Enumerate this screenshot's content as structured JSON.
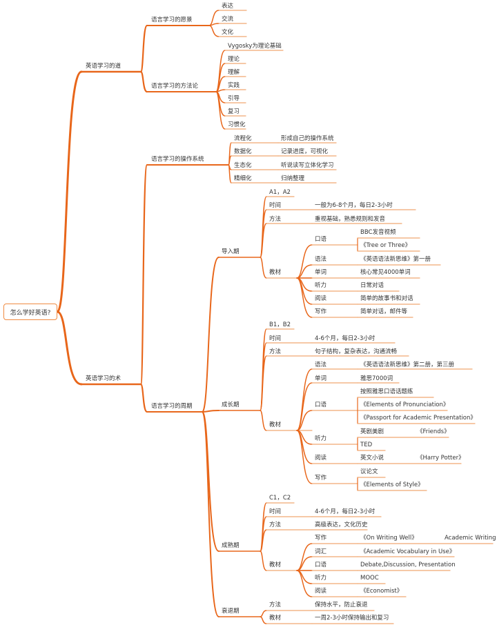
{
  "colors": {
    "branch": "#e8661a",
    "leaf": "#f0a670",
    "text": "#333333"
  },
  "root": "怎么学好英语?",
  "b1": {
    "label": "英语学习的道",
    "s1": {
      "label": "语言学习的愿景",
      "items": [
        "表达",
        "交流",
        "文化"
      ]
    },
    "s2": {
      "label": "语言学习的方法论",
      "items": [
        "Vygosky为理论基础",
        "理论",
        "理解",
        "实践",
        "引导",
        "复习",
        "习惯化"
      ]
    }
  },
  "b2": {
    "label": "英语学习的术",
    "s1": {
      "label": "语言学习的操作系统",
      "rows": [
        {
          "k": "流程化",
          "v": "形成自己的操作系统"
        },
        {
          "k": "数据化",
          "v": "记录进度，可视化"
        },
        {
          "k": "生态化",
          "v": "听说读写立体化学习"
        },
        {
          "k": "精细化",
          "v": "归纳整理"
        }
      ]
    },
    "s2": {
      "label": "语言学习的周期",
      "p1": {
        "label": "导入期",
        "level": "A1，A2",
        "time": {
          "k": "时间",
          "v": "一般为6-8个月，每日2-3小时"
        },
        "method": {
          "k": "方法",
          "v": "重视基础，熟悉规则和发音"
        },
        "mat": "教材",
        "oral": {
          "k": "口语",
          "v1": "BBC发音视频",
          "v2": "《Tree or Three》"
        },
        "grammar": {
          "k": "语法",
          "v": "《英语语法新思维》第一册"
        },
        "vocab": {
          "k": "单词",
          "v": "核心常见4000单词"
        },
        "listen": {
          "k": "听力",
          "v": "日常对话"
        },
        "read": {
          "k": "阅读",
          "v": "简单的故事书和对话"
        },
        "write": {
          "k": "写作",
          "v": "简单对话，邮件等"
        }
      },
      "p2": {
        "label": "成长期",
        "level": "B1，B2",
        "time": {
          "k": "时间",
          "v": "4-6个月，每日2-3小时"
        },
        "method": {
          "k": "方法",
          "v": "句子结构，复杂表达，沟通流畅"
        },
        "mat": "教材",
        "grammar": {
          "k": "语法",
          "v": "《英语语法新思维》第二册，第三册"
        },
        "vocab": {
          "k": "单词",
          "v": "雅思7000词"
        },
        "oral": {
          "k": "口语",
          "v1": "按照雅思口语话题练",
          "v2": "《Elements of Pronunciation》",
          "v3": "《Passport for Academic Presentation》"
        },
        "listen": {
          "k": "听力",
          "v1": "英剧美剧",
          "v1b": "《Friends》",
          "v2": "TED"
        },
        "read": {
          "k": "阅读",
          "v": "英文小说",
          "vb": "《Harry Potter》"
        },
        "write": {
          "k": "写作",
          "v1": "议论文",
          "v2": "《Elements of Style》"
        }
      },
      "p3": {
        "label": "成熟期",
        "level": "C1，C2",
        "time": {
          "k": "时间",
          "v": "4-6个月，每日2-3小时"
        },
        "method": {
          "k": "方法",
          "v": "高级表达，文化历史"
        },
        "mat": "教材",
        "write": {
          "k": "写作",
          "v": "《On Writing Well》",
          "vb": "Academic Writing"
        },
        "vocab": {
          "k": "词汇",
          "v": "《Academic Vocabulary in Use》"
        },
        "oral": {
          "k": "口语",
          "v": "Debate,Discussion, Presentation"
        },
        "listen": {
          "k": "听力",
          "v": "MOOC"
        },
        "read": {
          "k": "阅读",
          "v": "《Economist》"
        }
      },
      "p4": {
        "label": "衰退期",
        "method": {
          "k": "方法",
          "v": "保持水平，防止衰退"
        },
        "mat": {
          "k": "教材",
          "v": "一周2-3小时保持输出和复习"
        }
      }
    }
  }
}
